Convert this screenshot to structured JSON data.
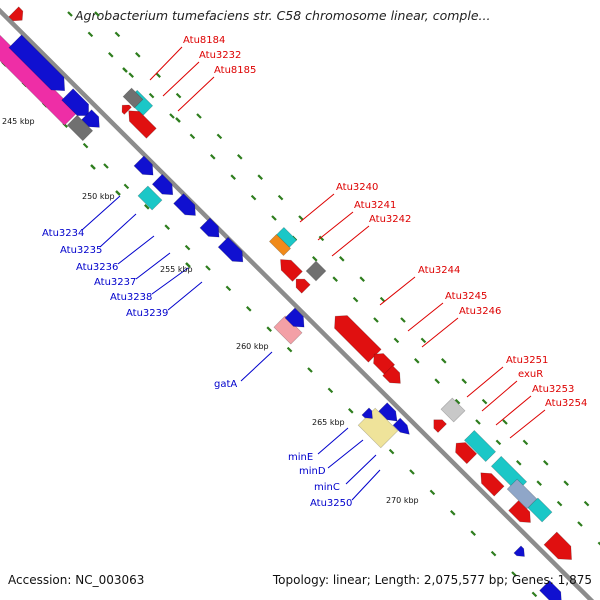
{
  "title": "Agrobacterium tumefaciens str. C58 chromosome linear, comple...",
  "accession": "Accession: NC_003063",
  "topology": "Topology: linear; Length: 2,075,577 bp; Genes: 1,875",
  "colors": {
    "backbone": "#8c8c8c",
    "tick": "#2e7d1e",
    "gene_forward": "#1010d0",
    "gene_reverse": "#e01010",
    "label_forward": "#0000cc",
    "label_reverse": "#dd0000"
  },
  "kbp_marks": [
    "245 kbp",
    "250 kbp",
    "255 kbp",
    "260 kbp",
    "265 kbp",
    "270 kbp"
  ],
  "gene_labels_reverse": [
    "Atu8184",
    "Atu3232",
    "Atu8185",
    "Atu3240",
    "Atu3241",
    "Atu3242",
    "Atu3244",
    "Atu3245",
    "Atu3246",
    "Atu3251",
    "exuR",
    "Atu3253",
    "Atu3254"
  ],
  "gene_labels_forward": [
    "Atu3234",
    "Atu3235",
    "Atu3236",
    "Atu3237",
    "Atu3238",
    "Atu3239",
    "gatA",
    "minE",
    "minD",
    "minC",
    "Atu3250"
  ]
}
